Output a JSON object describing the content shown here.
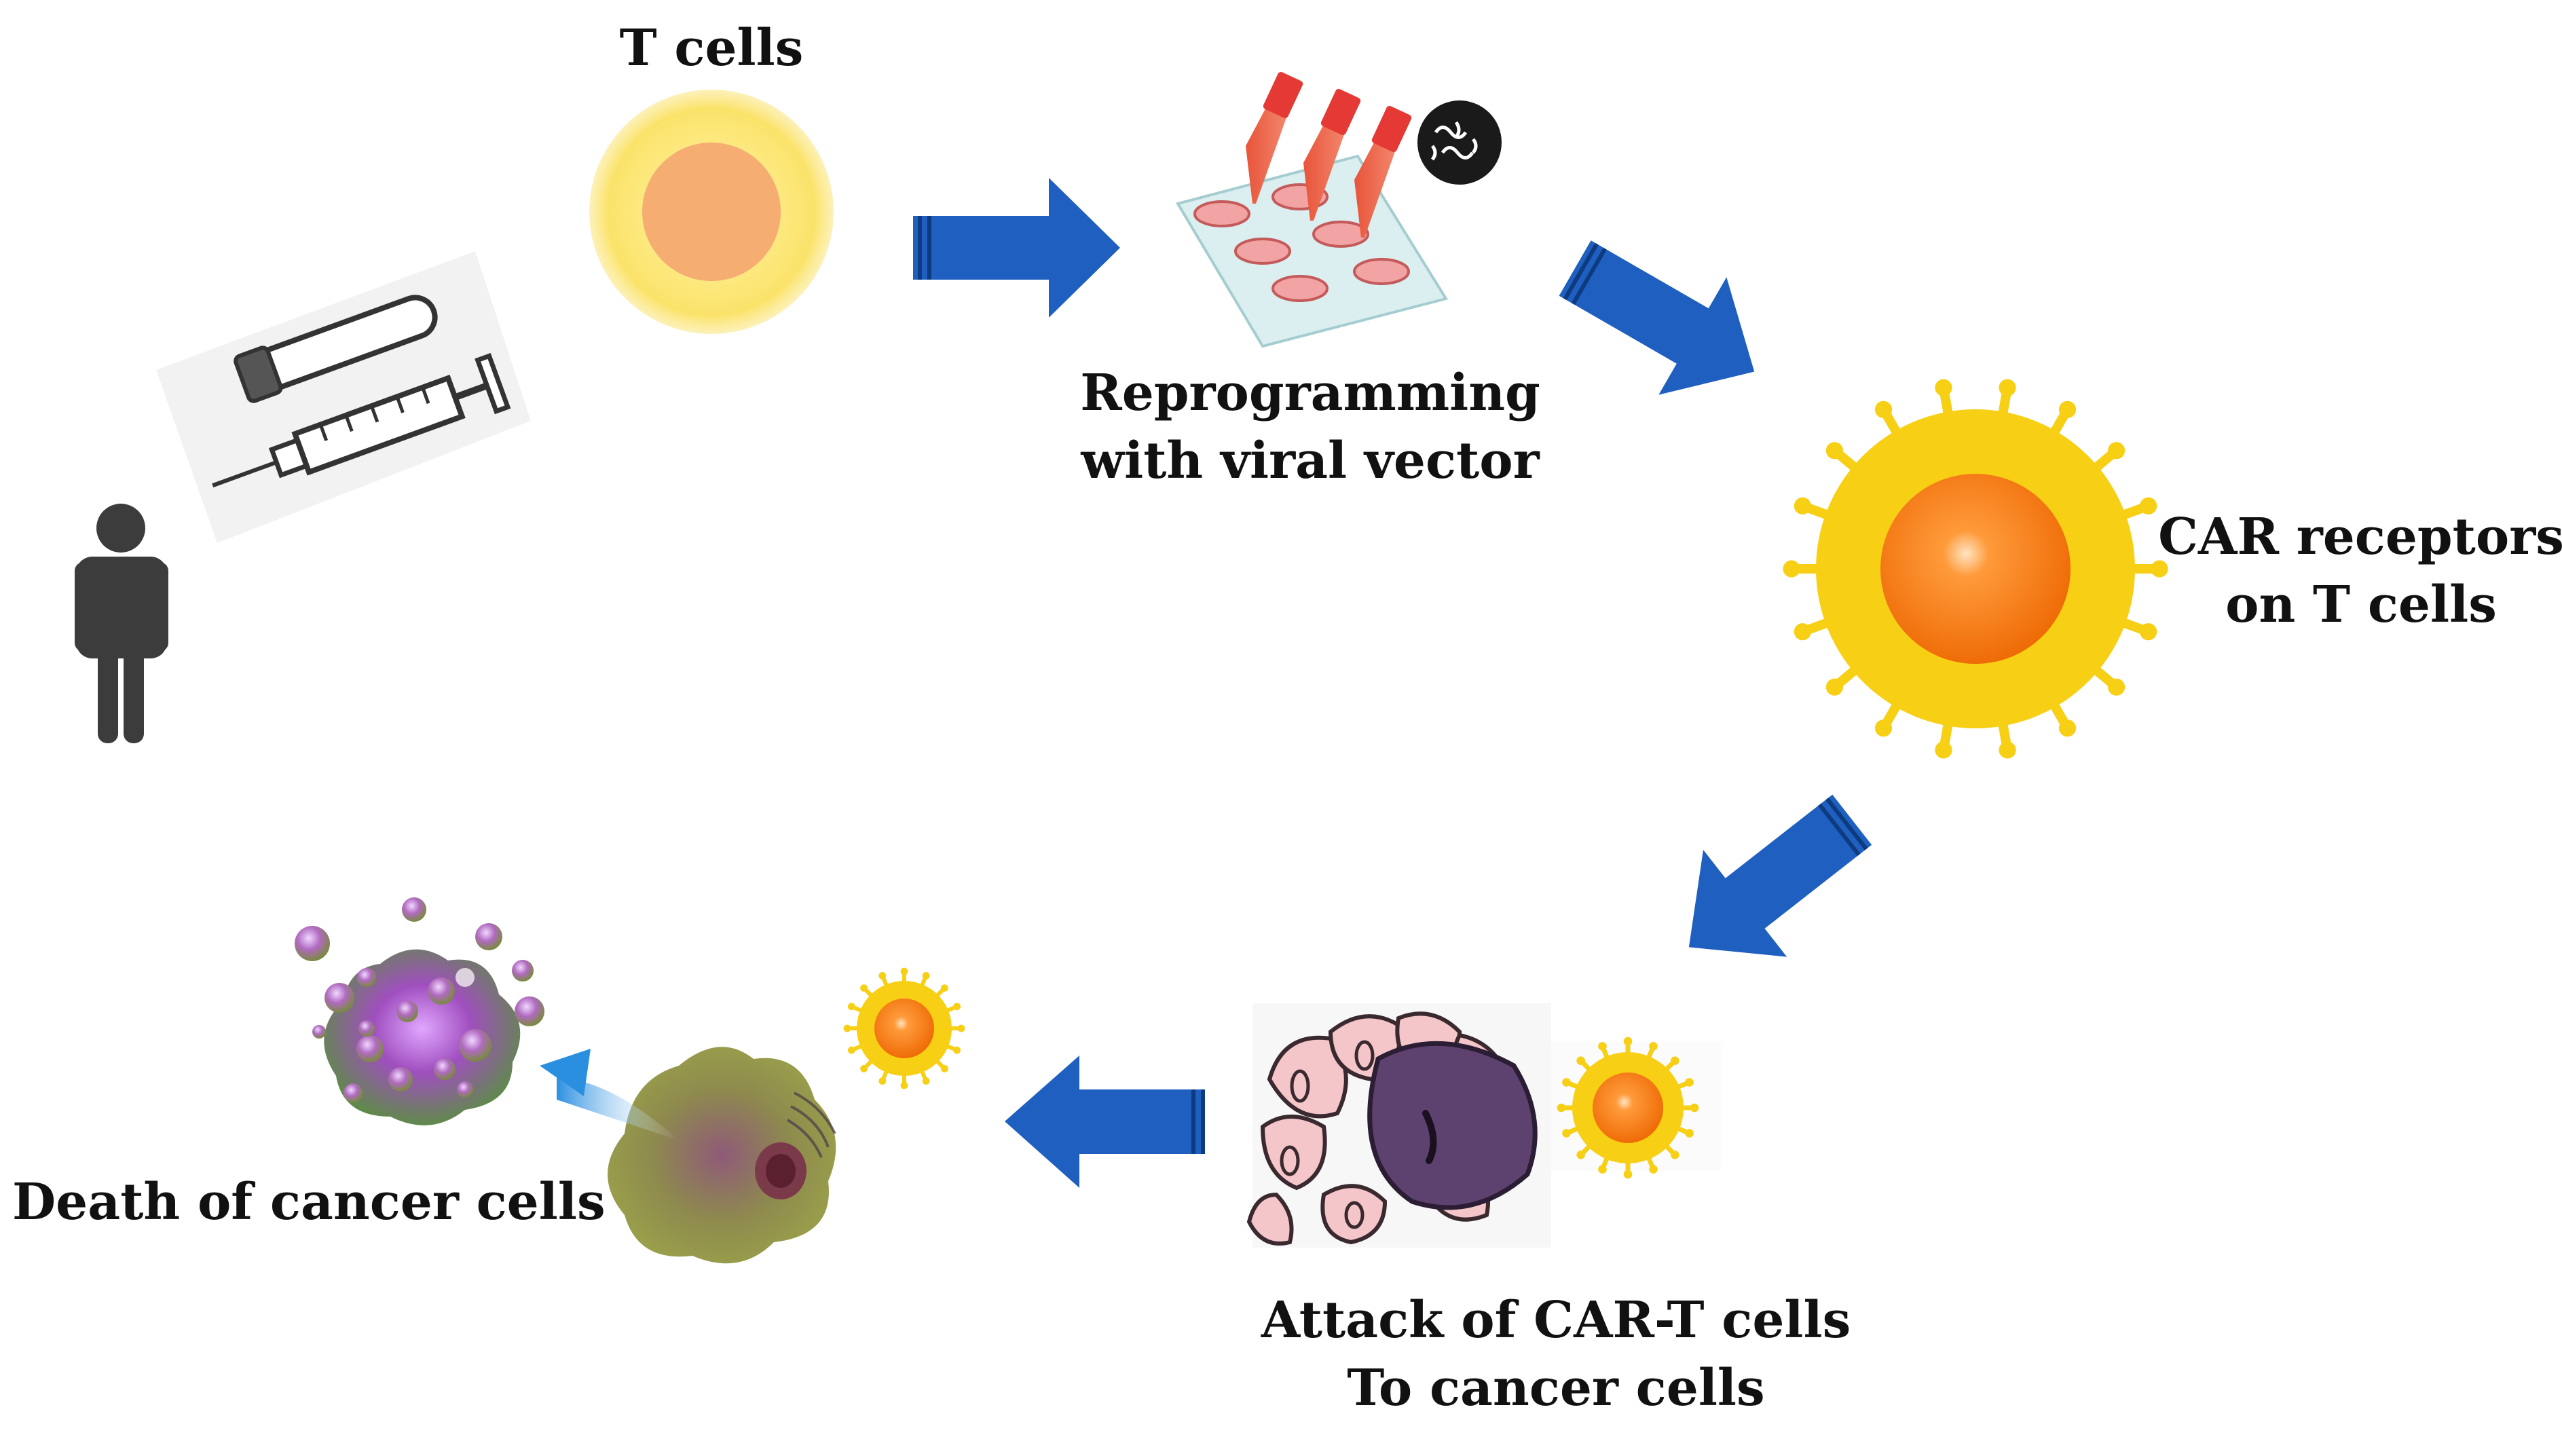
{
  "labels": {
    "t_cells": "T cells",
    "reprogramming_line1": "Reprogramming",
    "reprogramming_line2": "with viral vector",
    "car_line1": "CAR receptors",
    "car_line2": "on T cells",
    "attack_line1": "Attack of CAR-T cells",
    "attack_line2": "To cancer cells",
    "death": "Death of cancer cells"
  },
  "icons": [
    "person-icon",
    "syringe-icon",
    "test-tube-icon",
    "t-cell-icon",
    "pipette-plate-icon",
    "virus-icon",
    "car-t-cell-icon",
    "tumor-tissue-icon",
    "small-car-t-cell-icon",
    "cancer-cell-icon",
    "dying-cancer-cell-icon"
  ],
  "colors": {
    "arrow": "#1f5fbf",
    "t_cell_outer": "#fbe87a",
    "t_cell_inner": "#f7ae72",
    "car_outer": "#f7cf15",
    "car_inner": "#f07a10",
    "tissue": "#f5c6c9",
    "tumor": "#5d4270"
  }
}
